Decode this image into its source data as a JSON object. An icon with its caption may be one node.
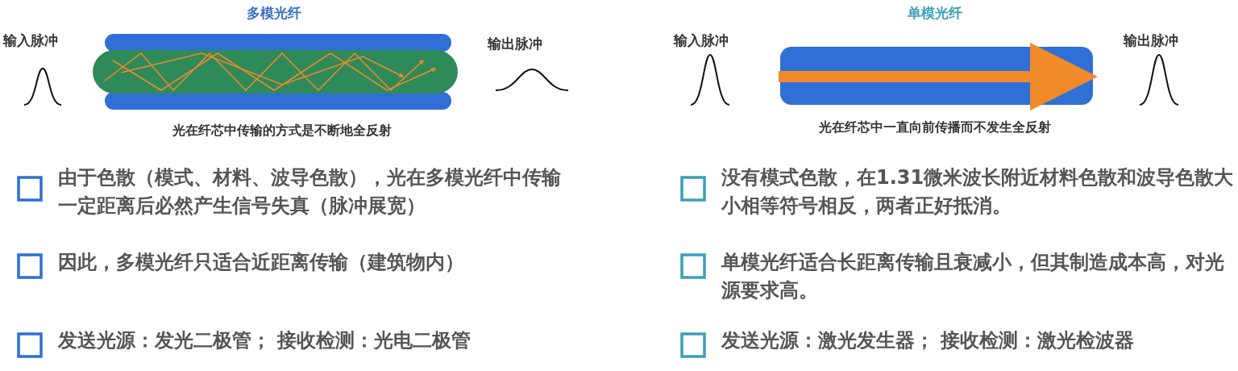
{
  "diagram": {
    "labels": [
      "多模光纤",
      "输入脉冲",
      "输出脉冲",
      "光在纤芯中传输的方式是**不断地全反射**",
      "由于色散（模式、材料、波导色散），光在多模光纤中传输一定距离后必然产生信号失真（**脉冲展宽**）",
      "因此，多模光纤只适合**近距离传输**（建筑物内）",
      "发送光源：发光二极管； 接收检测：光电二极管",
      "单模光纤",
      "输入脉冲",
      "输出脉冲",
      "光在纤芯中**一直向前传播而不发生全反射**",
      "**没有模式色散**，在1.31微米波长附近材料色散和波导色散大小相等符号相反，两者正好抵消。",
      "单模光纤适合**长距离传输**且衰减小，但其制造成本高，对光源要求高。",
      "发送光源：激光发生器； 接收检测：激光检波器"
    ]
  }
}
